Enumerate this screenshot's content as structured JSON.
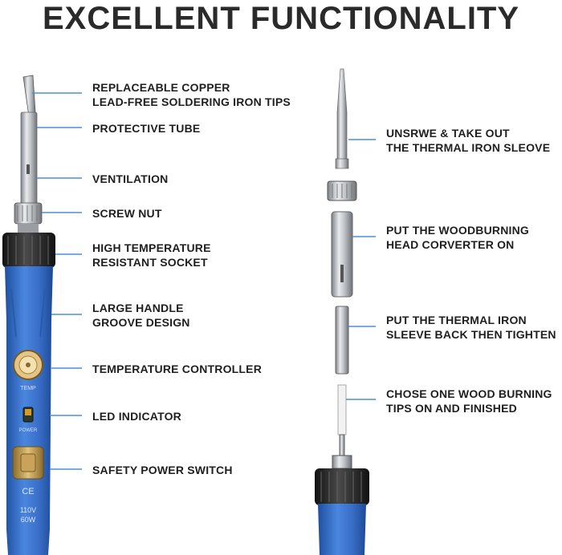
{
  "title": "EXCELLENT FUNCTIONALITY",
  "colors": {
    "accent_blue": "#3f7fd0",
    "handle_blue": "#3a6fc9",
    "leader_line": "#4a90d9",
    "metal": "#b9bcc0"
  },
  "left_labels": [
    {
      "line1": "REPLACEABLE COPPER",
      "line2": "LEAD-FREE SOLDERING IRON TIPS"
    },
    {
      "line1": "PROTECTIVE TUBE",
      "line2": ""
    },
    {
      "line1": "VENTILATION",
      "line2": ""
    },
    {
      "line1": "SCREW NUT",
      "line2": ""
    },
    {
      "line1": "HIGH TEMPERATURE",
      "line2": "RESISTANT SOCKET"
    },
    {
      "line1": "LARGE HANDLE",
      "line2": "GROOVE DESIGN"
    },
    {
      "line1": "TEMPERATURE CONTROLLER",
      "line2": ""
    },
    {
      "line1": "LED INDICATOR",
      "line2": ""
    },
    {
      "line1": "SAFETY POWER SWITCH",
      "line2": ""
    }
  ],
  "right_labels": [
    {
      "line1": "UNSRWE & TAKE OUT",
      "line2": "THE THERMAL IRON SLEOVE"
    },
    {
      "line1": "PUT THE WOODBURNING",
      "line2": "HEAD CORVERTER ON"
    },
    {
      "line1": "PUT THE THERMAL IRON",
      "line2": "SLEEVE BACK THEN TIGHTEN"
    },
    {
      "line1": "CHOSE ONE WOOD BURNING",
      "line2": "TIPS ON AND FINISHED"
    }
  ],
  "handle_markings": {
    "temp": "TEMP",
    "power": "POWER",
    "ce": "CE",
    "voltage": "110V",
    "wattage": "60W"
  }
}
